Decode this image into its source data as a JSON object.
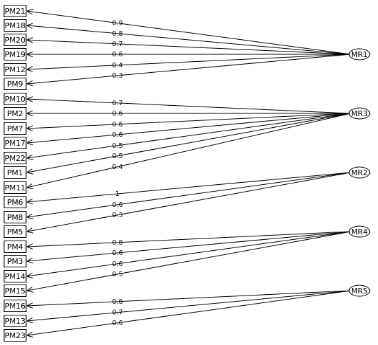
{
  "factors": [
    {
      "id": "MR1",
      "label": "MR1"
    },
    {
      "id": "MR3",
      "label": "MR3"
    },
    {
      "id": "MR2",
      "label": "MR2"
    },
    {
      "id": "MR4",
      "label": "MR4"
    },
    {
      "id": "MR5",
      "label": "MR5"
    }
  ],
  "items": [
    {
      "label": "PM21",
      "factor": "MR1",
      "loading": "0.9"
    },
    {
      "label": "PM18",
      "factor": "MR1",
      "loading": "0.8"
    },
    {
      "label": "PM20",
      "factor": "MR1",
      "loading": "0.7"
    },
    {
      "label": "PM19",
      "factor": "MR1",
      "loading": "0.6"
    },
    {
      "label": "PM12",
      "factor": "MR1",
      "loading": "0.4"
    },
    {
      "label": "PM9",
      "factor": "MR1",
      "loading": "0.3"
    },
    {
      "label": "PM10",
      "factor": "MR3",
      "loading": "0.7"
    },
    {
      "label": "PM2",
      "factor": "MR3",
      "loading": "0.6"
    },
    {
      "label": "PM7",
      "factor": "MR3",
      "loading": "0.6"
    },
    {
      "label": "PM17",
      "factor": "MR3",
      "loading": "0.6"
    },
    {
      "label": "PM22",
      "factor": "MR3",
      "loading": "0.5"
    },
    {
      "label": "PM1",
      "factor": "MR3",
      "loading": "0.5"
    },
    {
      "label": "PM11",
      "factor": "MR3",
      "loading": "0.4"
    },
    {
      "label": "PM6",
      "factor": "MR2",
      "loading": "1"
    },
    {
      "label": "PM8",
      "factor": "MR2",
      "loading": "0.6"
    },
    {
      "label": "PM5",
      "factor": "MR2",
      "loading": "0.3"
    },
    {
      "label": "PM4",
      "factor": "MR4",
      "loading": "0.8"
    },
    {
      "label": "PM3",
      "factor": "MR4",
      "loading": "0.6"
    },
    {
      "label": "PM14",
      "factor": "MR4",
      "loading": "0.6"
    },
    {
      "label": "PM15",
      "factor": "MR4",
      "loading": "0.5"
    },
    {
      "label": "PM16",
      "factor": "MR5",
      "loading": "0.8"
    },
    {
      "label": "PM13",
      "factor": "MR5",
      "loading": "0.7"
    },
    {
      "label": "PM23",
      "factor": "MR5",
      "loading": "0.6"
    }
  ]
}
